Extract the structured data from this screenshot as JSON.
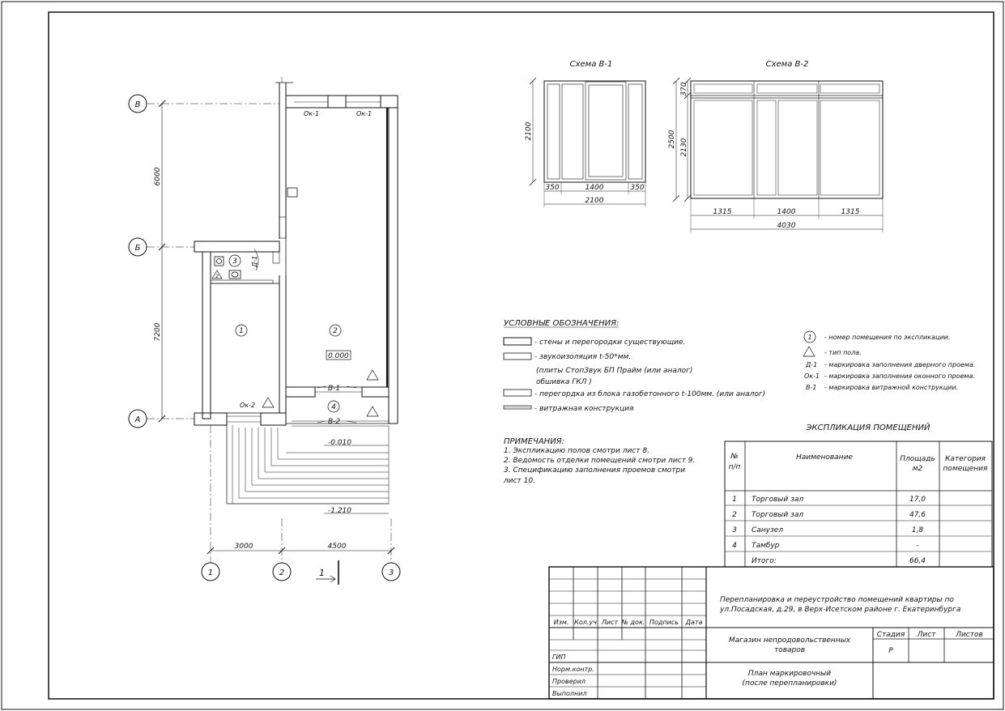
{
  "axes": {
    "a": "А",
    "b": "Б",
    "v": "В",
    "n1": "1",
    "n2": "2",
    "n3": "3"
  },
  "dims": {
    "d6000": "6000",
    "d7200": "7200",
    "d3000": "3000",
    "d4500": "4500"
  },
  "plan": {
    "ok1a": "Ок-1",
    "ok1b": "Ок-1",
    "ok2": "Ок-2",
    "d1": "Д-1",
    "v1": "В-1",
    "v2": "В-2",
    "room1": "1",
    "room2": "2",
    "room3": "3",
    "room4": "4",
    "floor2": "2",
    "lvl0": "0.000",
    "lvl1": "-0.010",
    "lvl2": "-1.210",
    "section": "1"
  },
  "schemes": {
    "s1_title": "Схема В-1",
    "s2_title": "Схема В-2",
    "s1_h": "2100",
    "s1_w1": "350",
    "s1_w2": "1400",
    "s1_w3": "350",
    "s1_total": "2100",
    "s2_h1": "370",
    "s2_h2": "2500",
    "s2_h3": "2130",
    "s2_w1": "1315",
    "s2_w2": "1400",
    "s2_w3": "1315",
    "s2_total": "4030"
  },
  "legend": {
    "title": "УСЛОВНЫЕ ОБОЗНАЧЕНИЯ:",
    "walls": "- стены и перегородки существующие.",
    "sound": "- звукоизоляция t-50*мм.",
    "sound2": "(плиты СтопЗвук БП Прайм (или аналог)",
    "sound3": "обшивка ГКЛ )",
    "partition": "- перегордка из блока газобетонного t-100мм. (или аналог)",
    "glass": "- витражная конструкция",
    "r_num": "1",
    "r_num_t": "- номер помещения по экспликации.",
    "r_floor": "- тип пола.",
    "r_d1": "Д-1",
    "r_d1_t": "- маркировка заполнения дверного проема.",
    "r_ok1": "Ок-1",
    "r_ok1_t": "- маркировка заполнения оконного проема.",
    "r_v1": "В-1",
    "r_v1_t": "- маркировка витражной конструкции."
  },
  "notes": {
    "title": "ПРИМЕЧАНИЯ:",
    "n1": "1. Экспликацию полов смотри лист 8.",
    "n2": "2. Ведомость отделки помещений смотри лист 9.",
    "n3a": "3. Спецификацию  заполнения  проемов смотри",
    "n3b": "лист 10."
  },
  "explication": {
    "title": "ЭКСПЛИКАЦИЯ ПОМЕЩЕНИЙ",
    "h_num1": "№",
    "h_num2": "п/п",
    "h_name": "Наименование",
    "h_area1": "Площадь",
    "h_area2": "м2",
    "h_cat1": "Категория",
    "h_cat2": "помещения",
    "rows": [
      {
        "num": "1",
        "name": "Торговый зал",
        "area": "17,0"
      },
      {
        "num": "2",
        "name": "Торговый зал",
        "area": "47,6"
      },
      {
        "num": "3",
        "name": "Санузел",
        "area": "1,8"
      },
      {
        "num": "4",
        "name": "Тамбур",
        "area": "-"
      }
    ],
    "total_name": "Итого:",
    "total_area": "66,4"
  },
  "stamp": {
    "h_izm": "Изм.",
    "h_kol": "Кол.уч",
    "h_list": "Лист",
    "h_doc": "№ док.",
    "h_sign": "Подпись",
    "h_date": "Дата",
    "gip": "ГИП",
    "norm": "Норм.контр.",
    "check": "Проверил",
    "exec": "Выполнил",
    "project1": "Перепланировка и переустройство помещений квартиры по",
    "project2": "ул.Посадская, д.29, в Верх-Исетском районе г. Екатеринбурга",
    "object1": "Магазин непродовольственных",
    "object2": "товаров",
    "h_stage": "Стадия",
    "h_sheet": "Лист",
    "h_sheets": "Листов",
    "stage": "Р",
    "sheet1": "План маркировочный",
    "sheet2": "(после перепланировки)"
  }
}
